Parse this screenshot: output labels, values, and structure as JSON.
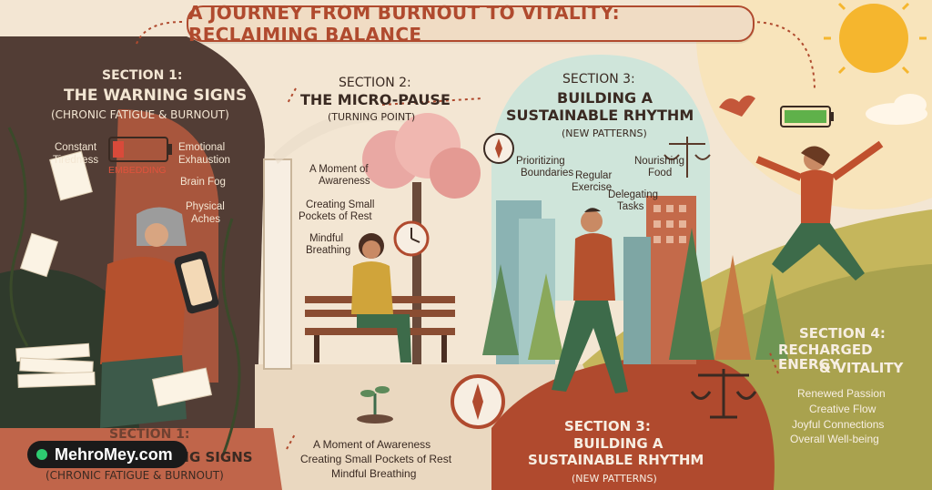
{
  "title": "A JOURNEY FROM BURNOUT TO VITALITY: RECLAIMING BALANCE",
  "section1": {
    "num": "SECTION 1:",
    "title": "THE WARNING SIGNS",
    "sub": "(CHRONIC FATIGUE & BURNOUT)",
    "labels": {
      "constant": "Constant",
      "tiredness": "Tiredness",
      "battery": "EMBEDDING",
      "emotional": "Emotional",
      "exhaustion": "Exhaustion",
      "brainfog": "Brain Fog",
      "physical": "Physical",
      "aches": "Aches"
    }
  },
  "section2": {
    "num": "SECTION 2:",
    "title": "THE MICRO-PAUSE",
    "sub": "(TURNING POINT)",
    "items": [
      "A Moment of",
      "Awareness",
      "Creating Small",
      "Pockets of Rest",
      "Mindful",
      "Breathing"
    ]
  },
  "section3": {
    "num": "SECTION 3:",
    "title1": "BUILDING A",
    "title2": "SUSTAINABLE RHYTHM",
    "sub": "(NEW PATTERNS)",
    "items": [
      "Prioritizing",
      "Boundaries",
      "Regular",
      "Exercise",
      "Nourishing",
      "Food",
      "Delegating",
      "Tasks"
    ]
  },
  "section4": {
    "num": "SECTION 4:",
    "title1": "RECHARGED ENERGY",
    "title2": "& VITALITY",
    "items": [
      "Renewed Passion",
      "Creative Flow",
      "Joyful Connections",
      "Overall Well-being"
    ]
  },
  "bottom": {
    "s1_num": "SECTION 1:",
    "s1_title": "THE WARNING SIGNS",
    "s1_sub": "(CHRONIC FATIGUE & BURNOUT)",
    "mid": [
      "A Moment of Awareness",
      "Creating Small Pockets of Rest",
      "Mindful Breathing"
    ],
    "s3_num": "SECTION 3:",
    "s3_t1": "BUILDING A",
    "s3_t2": "SUSTAINABLE RHYTHM",
    "s3_sub": "(NEW PATTERNS)"
  },
  "badge": "MehroMey.com",
  "colors": {
    "accent": "#b04a2e",
    "ink": "#3a2a22",
    "green": "#3d6b4a",
    "sun": "#f5b62e"
  }
}
